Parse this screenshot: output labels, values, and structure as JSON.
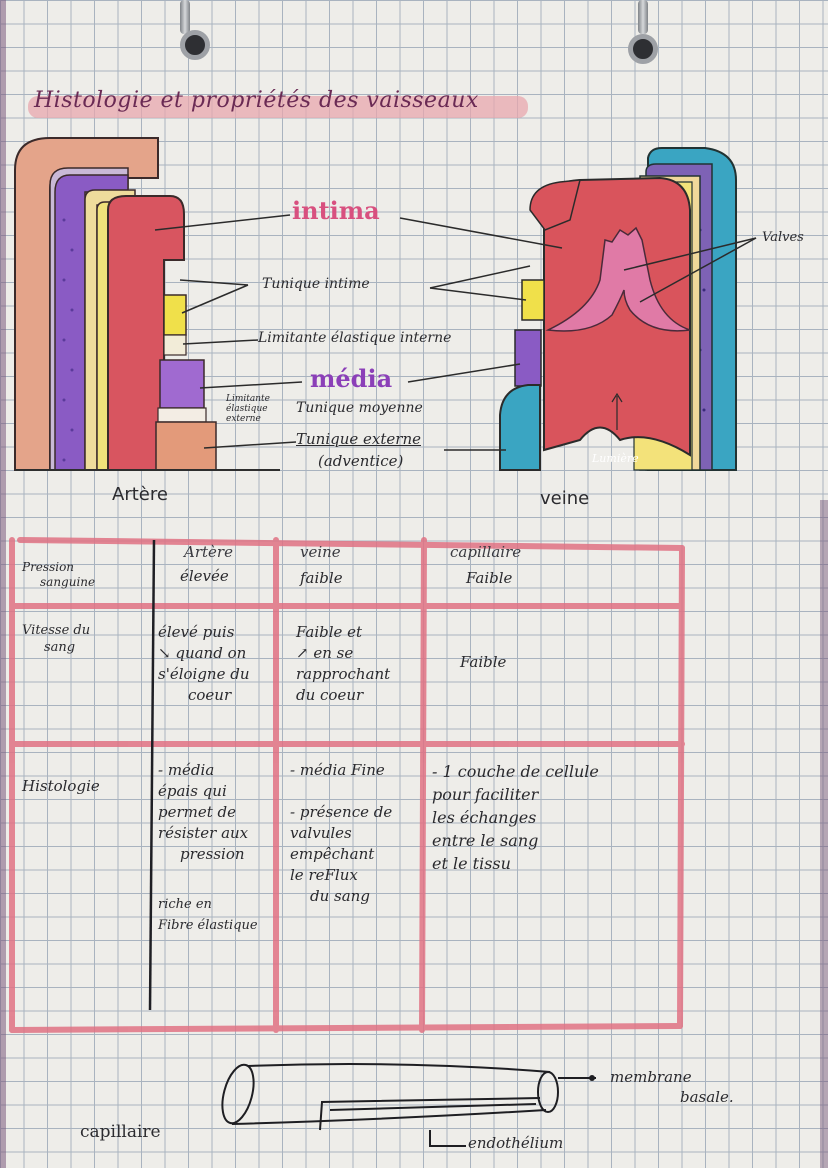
{
  "page": {
    "title": "Histologie et propriétés des vaisseaux"
  },
  "diagram": {
    "artery_caption": "Artère",
    "vein_caption": "veine",
    "labels": {
      "intima": "intima",
      "tunique_intime": "Tunique intime",
      "limitante_interne": "Limitante élastique interne",
      "media": "média",
      "limitante_externe_line1": "Limitante",
      "limitante_externe_line2": "élastique",
      "limitante_externe_line3": "externe",
      "tunique_moyenne": "Tunique moyenne",
      "tunique_externe": "Tunique externe",
      "adventice": "(adventice)",
      "valves": "Valves",
      "lumiere": "Lumière"
    }
  },
  "table": {
    "headers": [
      "Artère",
      "veine",
      "capillaire"
    ],
    "rows": [
      {
        "label": [
          "Pression",
          "sanguine"
        ],
        "cells": [
          [
            "élevée"
          ],
          [
            "faible"
          ],
          [
            "Faible"
          ]
        ]
      },
      {
        "label": [
          "Vitesse du",
          "sang"
        ],
        "cells": [
          [
            "élevé puis",
            "↘ quand on",
            "s'éloigne du",
            "coeur"
          ],
          [
            "Faible et",
            "↗ en se",
            "rapprochant",
            "du coeur"
          ],
          [
            "Faible"
          ]
        ]
      },
      {
        "label": [
          "Histologie"
        ],
        "cells": [
          [
            "- média",
            "épais qui",
            "permet de",
            "résister aux",
            "pression",
            "",
            "",
            "riche en",
            "Fibre élastique"
          ],
          [
            "- média Fine",
            "",
            "- présence de",
            "valvules",
            "empêchant",
            "le reFlux",
            "du sang"
          ],
          [
            "- 1 couche de cellule",
            "pour faciliter",
            "les échanges",
            "entre le sang",
            "et le tissu"
          ]
        ]
      }
    ]
  },
  "capillary": {
    "caption": "capillaire",
    "membrane": "membrane",
    "basale": "basale.",
    "endothelium": "endothélium"
  }
}
